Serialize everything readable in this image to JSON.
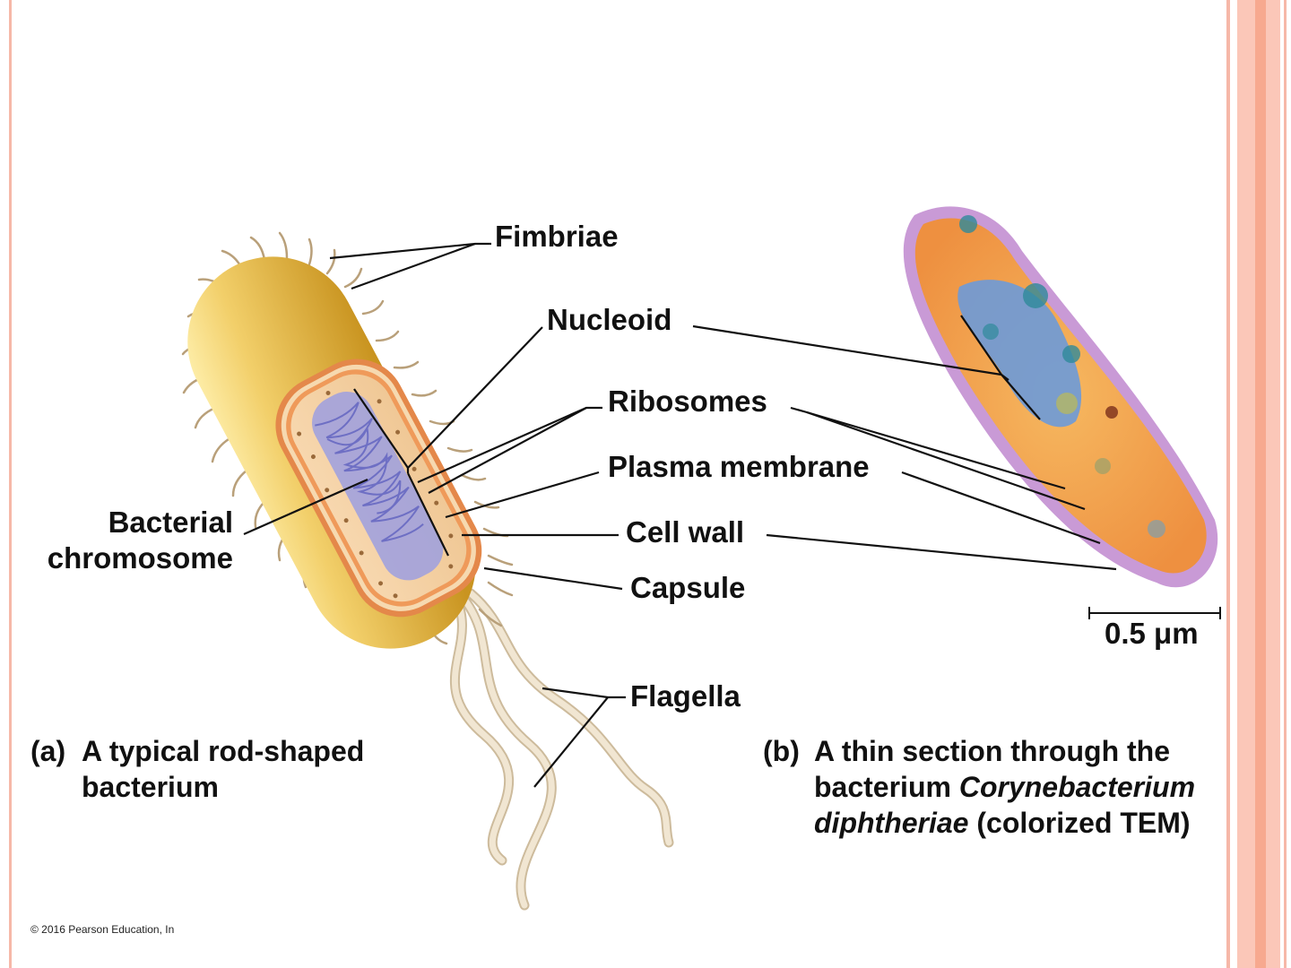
{
  "labels": {
    "fimbriae": "Fimbriae",
    "nucleoid": "Nucleoid",
    "ribosomes": "Ribosomes",
    "plasma_membrane": "Plasma membrane",
    "cell_wall": "Cell wall",
    "capsule": "Capsule",
    "flagella": "Flagella",
    "bacterial_chromosome_line1": "Bacterial",
    "bacterial_chromosome_line2": "chromosome",
    "scale_bar": "0.5 μm"
  },
  "captions": {
    "a_tag": "(a)",
    "a_line1": "A typical rod-shaped",
    "a_line2": "bacterium",
    "b_tag": "(b)",
    "b_line1": "A thin section through the",
    "b_line2_plain": "bacterium ",
    "b_line2_italic": "Corynebacterium",
    "b_line3_italic": "diphtheriae",
    "b_line3_plain": " (colorized TEM)"
  },
  "copyright": "© 2016 Pearson Education, In",
  "colors": {
    "frame": "#f6b8a8",
    "capsule": "#e8b84a",
    "cell_wall": "#e07a3a",
    "nucleoid": "#8c8fd6",
    "flagella": "#e9dcc6",
    "tem_body": "#f0a04a",
    "tem_nucleoid": "#5a8fd0"
  }
}
